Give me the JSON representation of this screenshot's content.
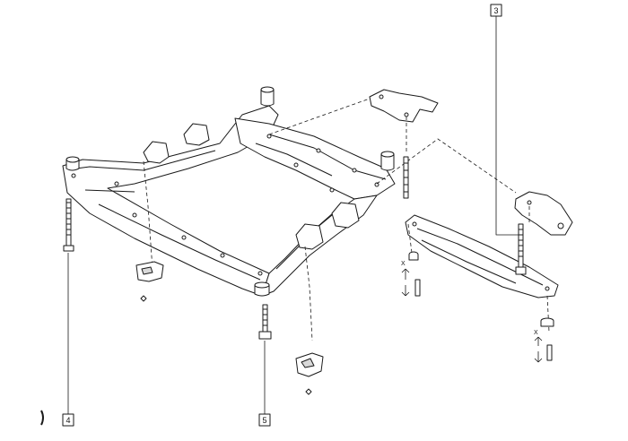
{
  "diagram": {
    "callouts": [
      {
        "id": "callout-3",
        "label": "3"
      },
      {
        "id": "callout-4",
        "label": "4"
      },
      {
        "id": "callout-5",
        "label": "5"
      }
    ],
    "dimension_marks": [
      {
        "id": "dim-x-1",
        "label": "X"
      },
      {
        "id": "dim-x-2",
        "label": "X"
      }
    ],
    "colors": {
      "line": "#1a1a1a",
      "fill": "#ffffff",
      "shade": "#d9d9d9"
    }
  }
}
